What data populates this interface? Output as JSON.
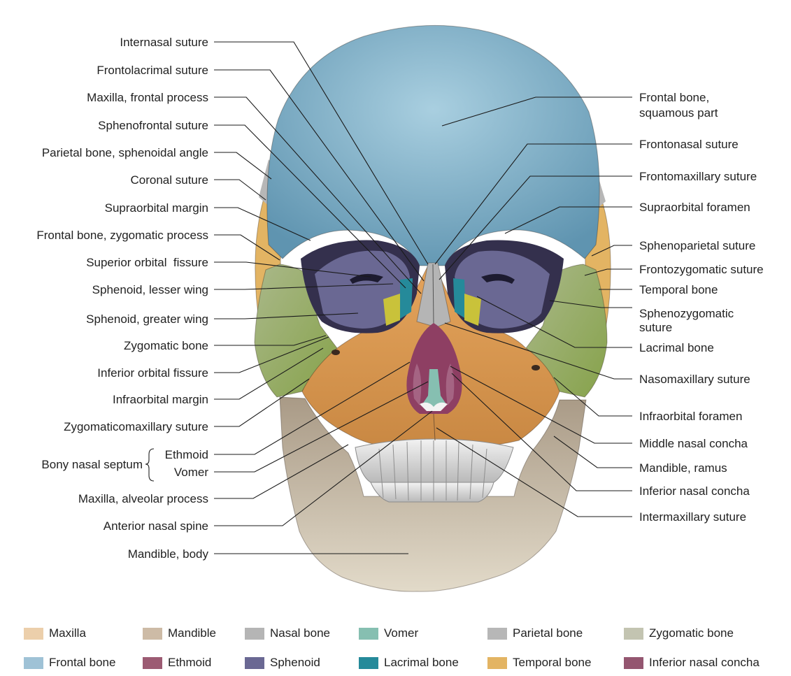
{
  "labels_left": [
    "Internasal suture",
    "Frontolacrimal suture",
    "Maxilla, frontal process",
    "Sphenofrontal suture",
    "Parietal bone, sphenoidal angle",
    "Coronal suture",
    "Supraorbital margin",
    "Frontal bone, zygomatic process",
    "Superior orbital  fissure",
    "Sphenoid, lesser wing",
    "Sphenoid, greater wing",
    "Zygomatic bone",
    "Inferior orbital fissure",
    "Infraorbital margin",
    "Zygomaticomaxillary suture",
    "Ethmoid",
    "Vomer",
    "Maxilla, alveolar process",
    "Anterior nasal spine",
    "Mandible, body"
  ],
  "septum_group_label": "Bony nasal septum",
  "labels_right": [
    [
      "Frontal bone,",
      "squamous part"
    ],
    [
      "Frontonasal suture"
    ],
    [
      "Frontomaxillary suture"
    ],
    [
      "Supraorbital foramen"
    ],
    [
      "Sphenoparietal suture"
    ],
    [
      "Frontozygomatic suture"
    ],
    [
      "Temporal bone"
    ],
    [
      "Sphenozygomatic",
      "suture"
    ],
    [
      "Lacrimal bone"
    ],
    [
      "Nasomaxillary suture"
    ],
    [
      "Infraorbital foramen"
    ],
    [
      "Middle nasal concha"
    ],
    [
      "Mandible, ramus"
    ],
    [
      "Inferior nasal concha"
    ],
    [
      "Intermaxillary suture"
    ]
  ],
  "legend": [
    {
      "label": "Maxilla",
      "color": "#eccfab"
    },
    {
      "label": "Mandible",
      "color": "#cdbba6"
    },
    {
      "label": "Nasal bone",
      "color": "#b5b5b5"
    },
    {
      "label": "Vomer",
      "color": "#86bfb1"
    },
    {
      "label": "Parietal bone",
      "color": "#b7b7b7"
    },
    {
      "label": "Zygomatic bone",
      "color": "#c3c4b1"
    },
    {
      "label": "Frontal bone",
      "color": "#9fc2d6"
    },
    {
      "label": "Ethmoid",
      "color": "#9c5b73"
    },
    {
      "label": "Sphenoid",
      "color": "#6a6893"
    },
    {
      "label": "Lacrimal bone",
      "color": "#258a9a"
    },
    {
      "label": "Temporal bone",
      "color": "#e3b463"
    },
    {
      "label": "Inferior nasal concha",
      "color": "#945670"
    }
  ]
}
